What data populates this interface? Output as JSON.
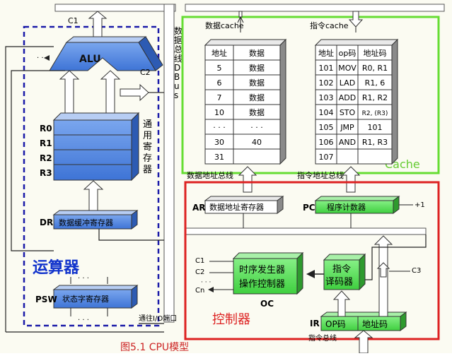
{
  "figure_caption": "图5.1  CPU模型",
  "labels": {
    "c1": "C1",
    "c2": "C2",
    "c3": "C3",
    "alu": "ALU",
    "dots_left": "· · ·",
    "registers": [
      "R0",
      "R1",
      "R2",
      "R3"
    ],
    "gp_registers": "通用寄存器",
    "dr": "DR",
    "dr_box": "数据缓冲寄存器",
    "alu_unit_title": "运算器",
    "psw": "PSW",
    "psw_box": "状态字寄存器",
    "io_port": "通往I/O端口",
    "data_bus": "数据总线DBus",
    "data_cache_title": "数据cache",
    "instr_cache_title": "指令cache",
    "cache_label": "Cache",
    "data_addr_bus": "数据地址总线",
    "instr_addr_bus": "指令地址总线",
    "ar": "AR",
    "ar_box": "数据地址寄存器",
    "pc": "PC",
    "pc_box": "程序计数器",
    "plus_one": "+1",
    "timing": [
      "时序发生器",
      "操作控制器"
    ],
    "oc": "OC",
    "decoder": [
      "指令",
      "译码器"
    ],
    "controller_title": "控制器",
    "c_signals": [
      "C1",
      "C2",
      "Cn"
    ],
    "ir": "IR",
    "ir_op": "OP码",
    "ir_addr": "地址码",
    "instr_bus": "指令总线"
  },
  "data_cache": {
    "headers": [
      "地址",
      "数据"
    ],
    "rows": [
      [
        "5",
        "数据"
      ],
      [
        "6",
        "数据"
      ],
      [
        "7",
        "数据"
      ],
      [
        "10",
        "数据"
      ],
      [
        "· · ·",
        "· · ·"
      ],
      [
        "30",
        "40"
      ],
      [
        "31",
        ""
      ]
    ]
  },
  "instr_cache": {
    "headers": [
      "地址",
      "op码",
      "地址码"
    ],
    "rows": [
      [
        "101",
        "MOV",
        "R0, R1"
      ],
      [
        "102",
        "LAD",
        "R1, 6"
      ],
      [
        "103",
        "ADD",
        "R1, R2"
      ],
      [
        "104",
        "STO",
        "R2, (R3)"
      ],
      [
        "105",
        "JMP",
        "101"
      ],
      [
        "106",
        "AND",
        "R1, R3"
      ],
      [
        "107",
        "",
        ""
      ]
    ]
  },
  "colors": {
    "blue_box": "#4f86e0",
    "green_box": "#5ce05c",
    "cache_frame": "#66dd33",
    "controller_frame": "#dd2222",
    "alu_frame": "#1a1aa8",
    "title_blue": "#1133cc",
    "title_red": "#dd2222"
  }
}
